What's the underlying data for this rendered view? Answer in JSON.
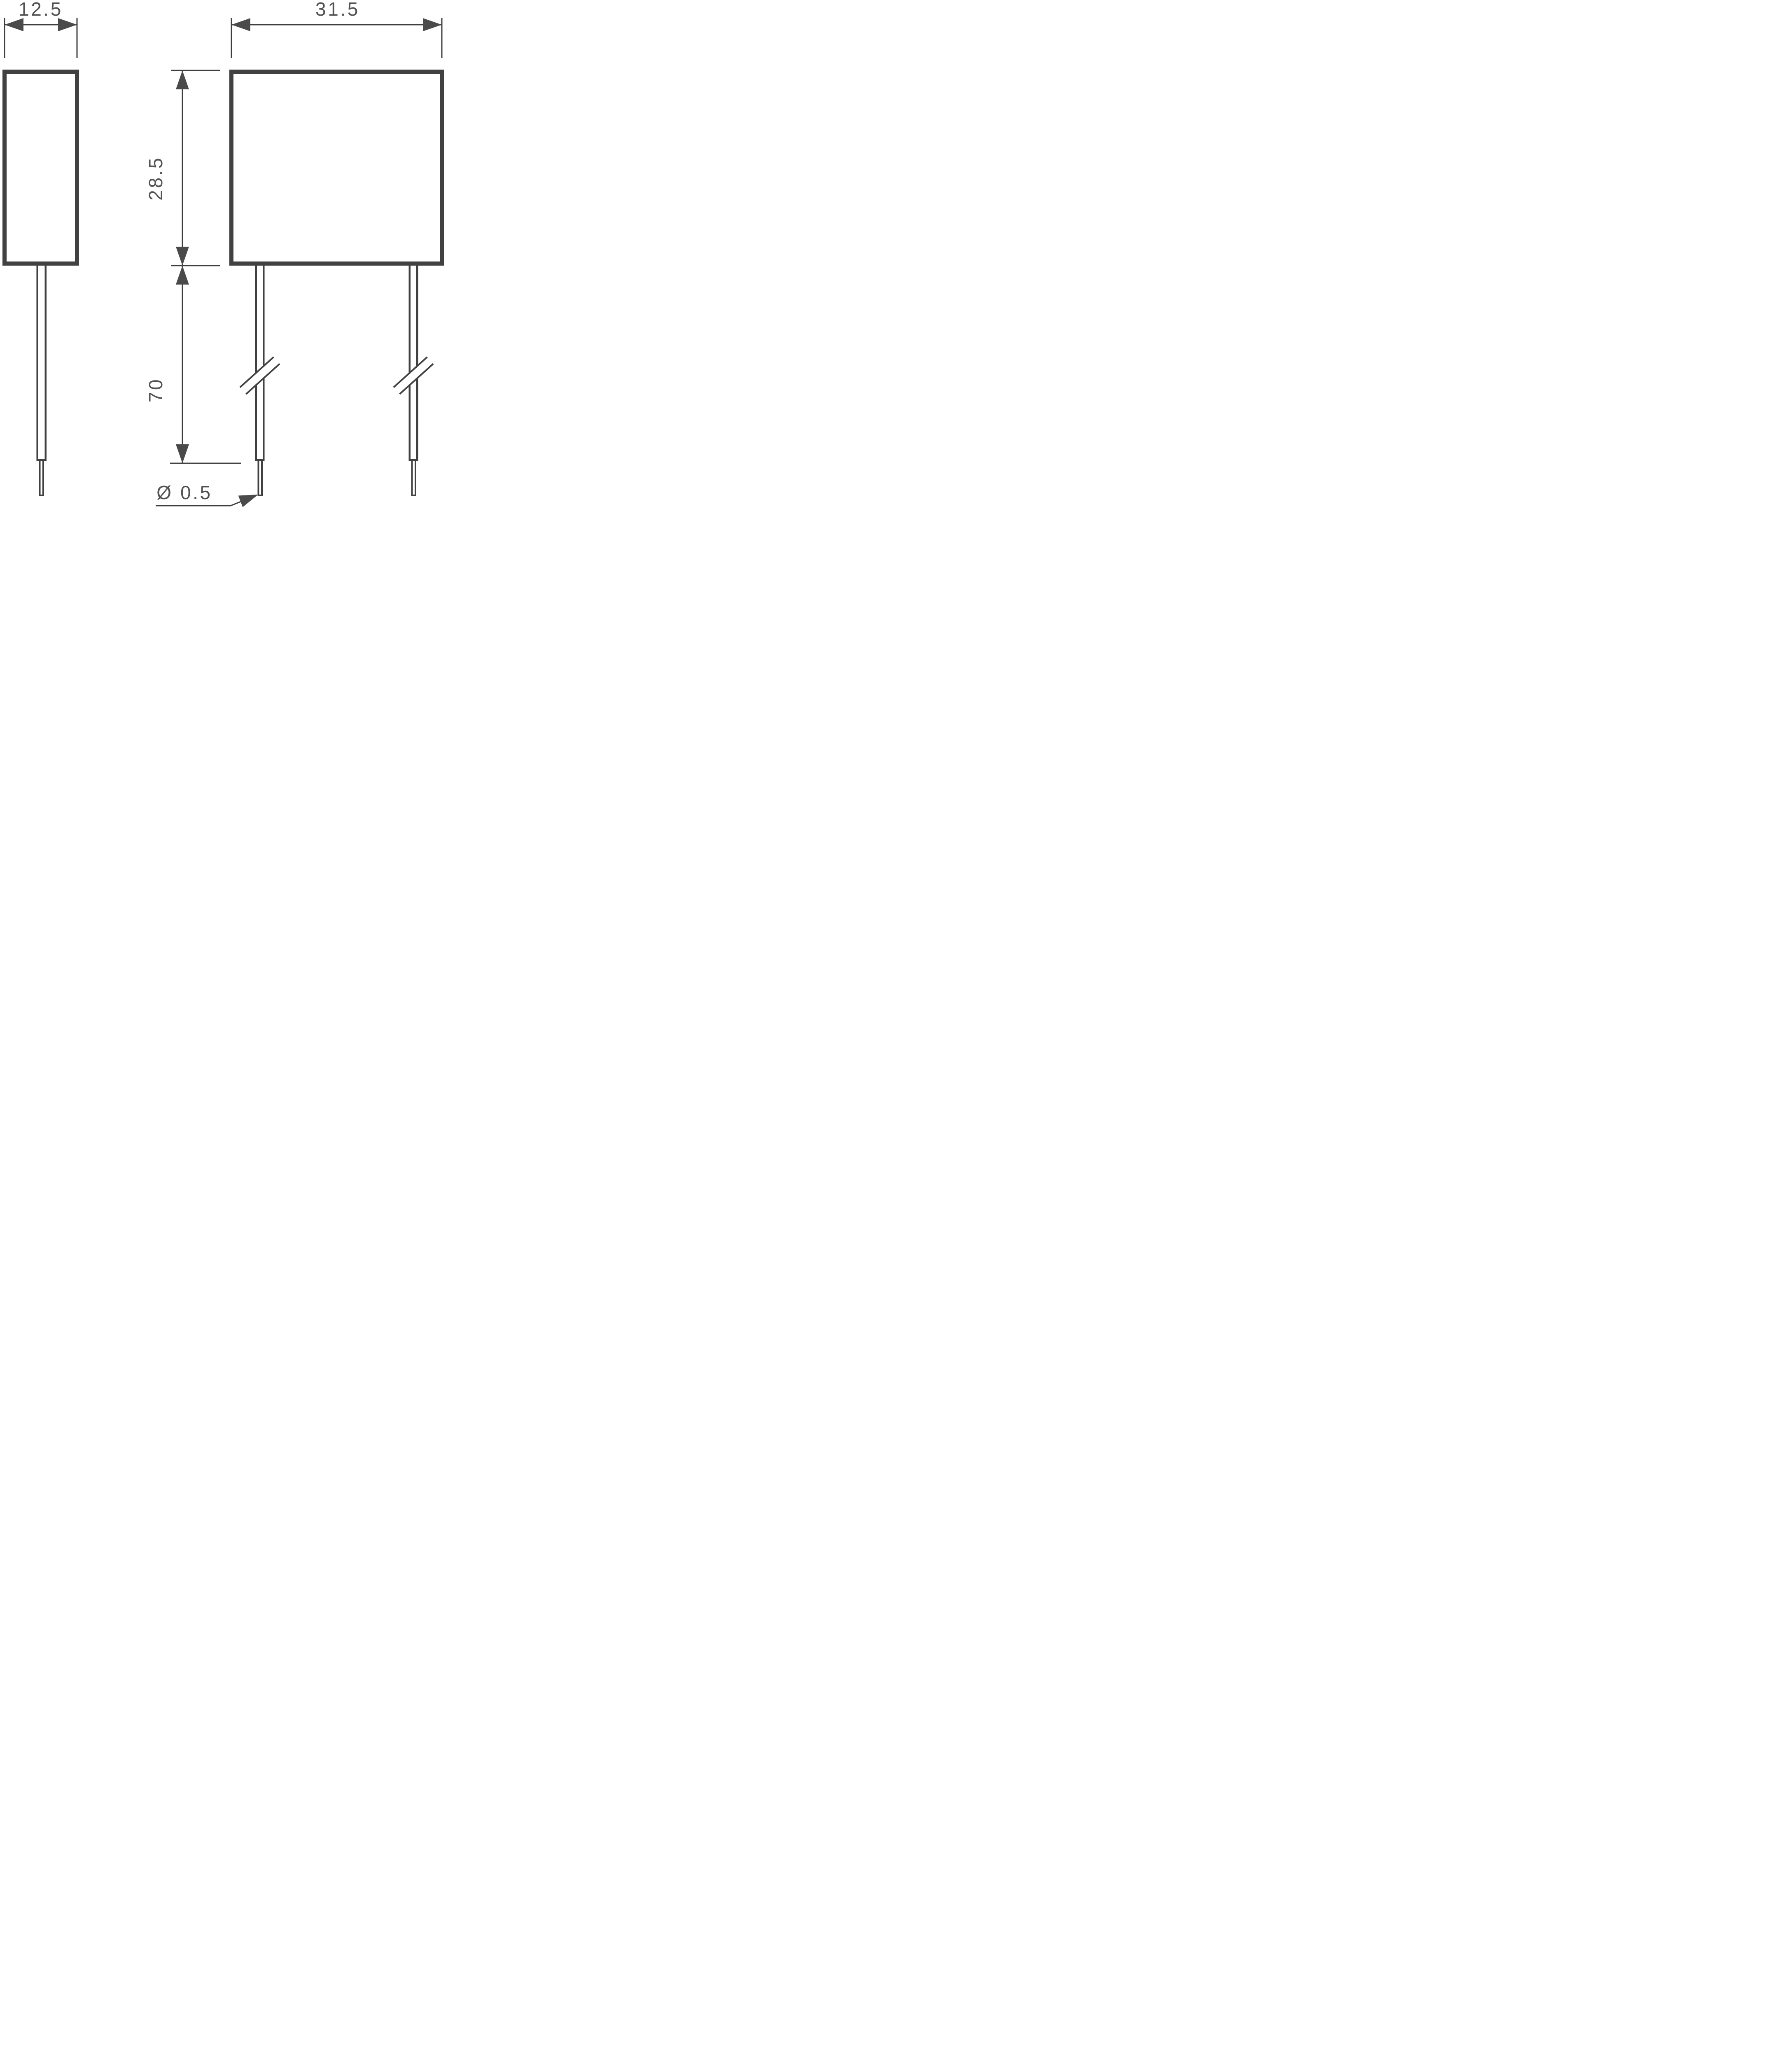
{
  "drawing": {
    "background_color": "#ffffff",
    "line_color": "#3f3f3f",
    "arrow_color": "#4a4a4a",
    "text_color": "#525252",
    "dimensions": {
      "front_width": "12.5",
      "side_width": "31.5",
      "body_height": "28.5",
      "lead_length": "70",
      "lead_diameter": "Ø 0.5"
    }
  }
}
